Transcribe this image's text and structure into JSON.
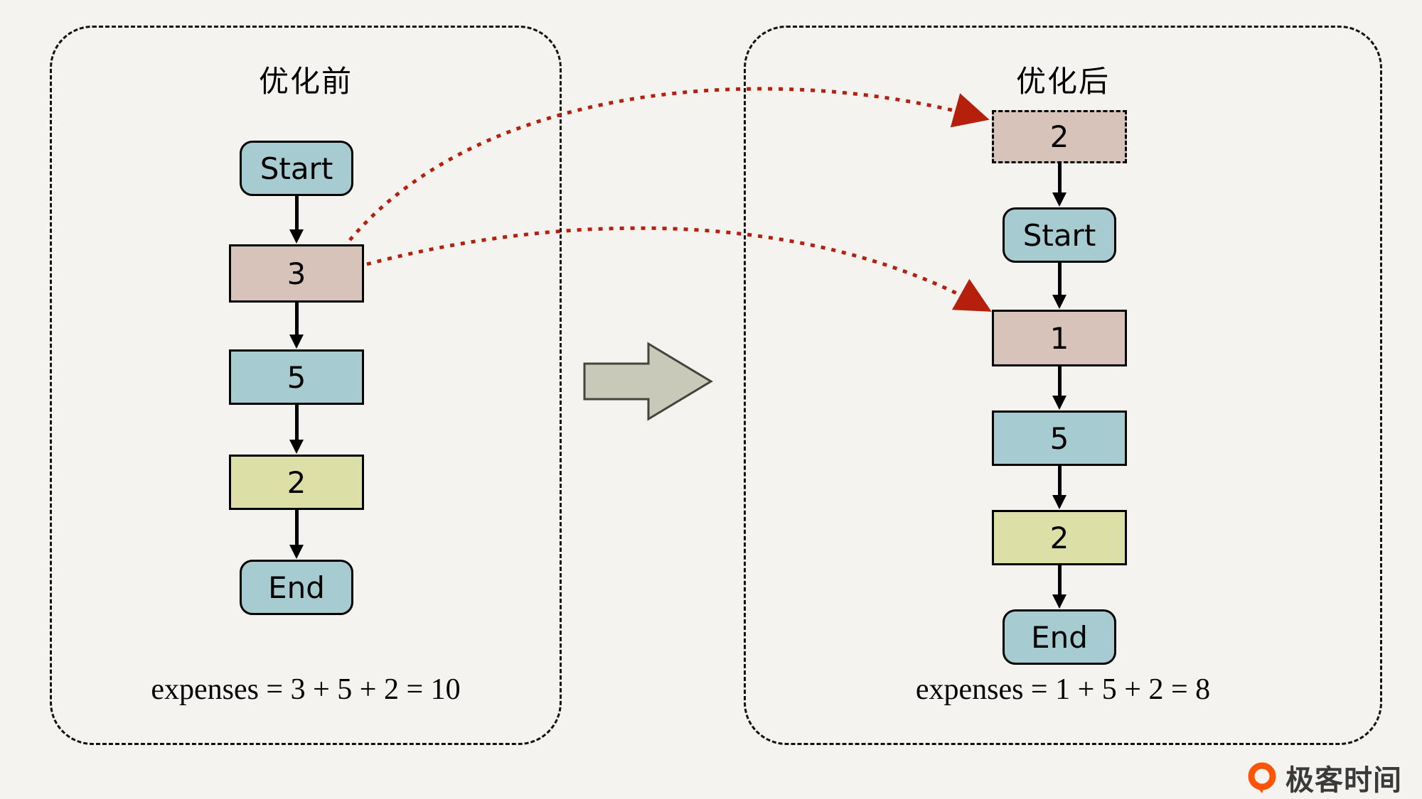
{
  "left_panel": {
    "title": "优化前",
    "nodes": [
      {
        "label": "Start",
        "type": "terminal",
        "color": "#a6cbd1"
      },
      {
        "label": "3",
        "type": "process",
        "color": "#d8c3bb"
      },
      {
        "label": "5",
        "type": "process",
        "color": "#a6cbd1"
      },
      {
        "label": "2",
        "type": "process",
        "color": "#dce0a6"
      },
      {
        "label": "End",
        "type": "terminal",
        "color": "#a6cbd1"
      }
    ],
    "expenses": "expenses = 3 + 5 + 2 = 10"
  },
  "right_panel": {
    "title": "优化后",
    "nodes": [
      {
        "label": "2",
        "type": "dashed",
        "color": "#d8c3bb"
      },
      {
        "label": "Start",
        "type": "terminal",
        "color": "#a6cbd1"
      },
      {
        "label": "1",
        "type": "process",
        "color": "#d8c3bb"
      },
      {
        "label": "5",
        "type": "process",
        "color": "#a6cbd1"
      },
      {
        "label": "2",
        "type": "process",
        "color": "#dce0a6"
      },
      {
        "label": "End",
        "type": "terminal",
        "color": "#a6cbd1"
      }
    ],
    "expenses": "expenses = 1 + 5 + 2 = 8"
  },
  "colors": {
    "background": "#f4f3ef",
    "move_arrow_red": "#b5200c",
    "block_arrow_fill": "#c9c9b9",
    "block_arrow_border": "#44443a",
    "flow_arrow_black": "#000000"
  },
  "logo": {
    "text": "极客时间",
    "color": "#ff5405"
  }
}
